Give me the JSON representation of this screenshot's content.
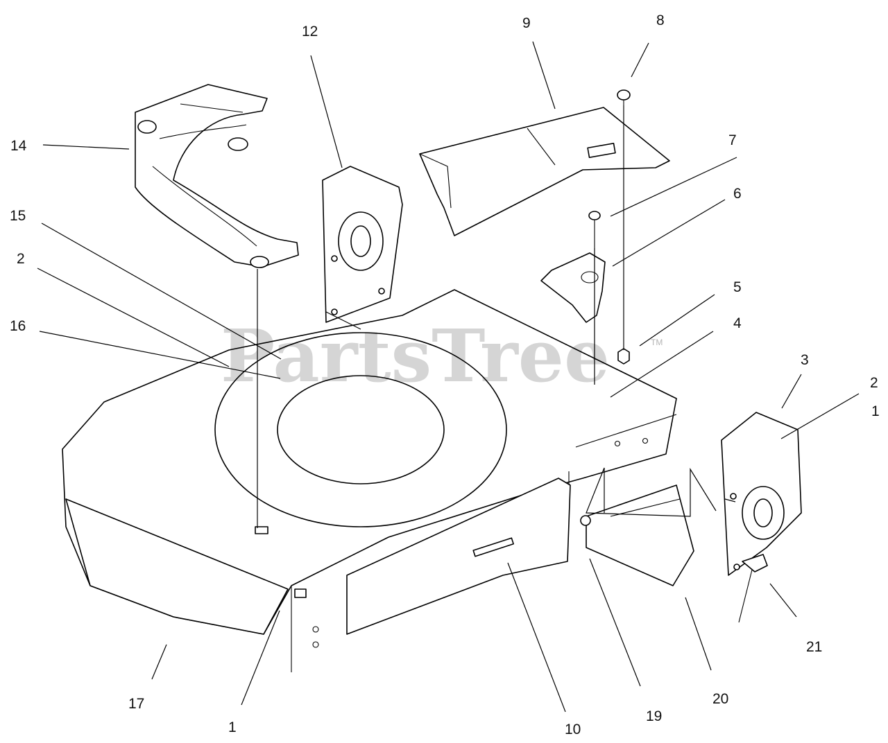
{
  "watermark": {
    "text": "PartsTree",
    "mark": "TM"
  },
  "callouts": [
    {
      "id": "c12",
      "label": "12"
    },
    {
      "id": "c9",
      "label": "9"
    },
    {
      "id": "c8",
      "label": "8"
    },
    {
      "id": "c14",
      "label": "14"
    },
    {
      "id": "c7",
      "label": "7"
    },
    {
      "id": "c6",
      "label": "6"
    },
    {
      "id": "c15",
      "label": "15"
    },
    {
      "id": "c2a",
      "label": "2"
    },
    {
      "id": "c5",
      "label": "5"
    },
    {
      "id": "c16",
      "label": "16"
    },
    {
      "id": "c4",
      "label": "4"
    },
    {
      "id": "c3",
      "label": "3"
    },
    {
      "id": "c2b",
      "label": "2"
    },
    {
      "id": "c1b",
      "label": "1"
    },
    {
      "id": "c21",
      "label": "21"
    },
    {
      "id": "c17",
      "label": "17"
    },
    {
      "id": "c20",
      "label": "20"
    },
    {
      "id": "c19",
      "label": "19"
    },
    {
      "id": "c1a",
      "label": "1"
    },
    {
      "id": "c10",
      "label": "10"
    }
  ]
}
